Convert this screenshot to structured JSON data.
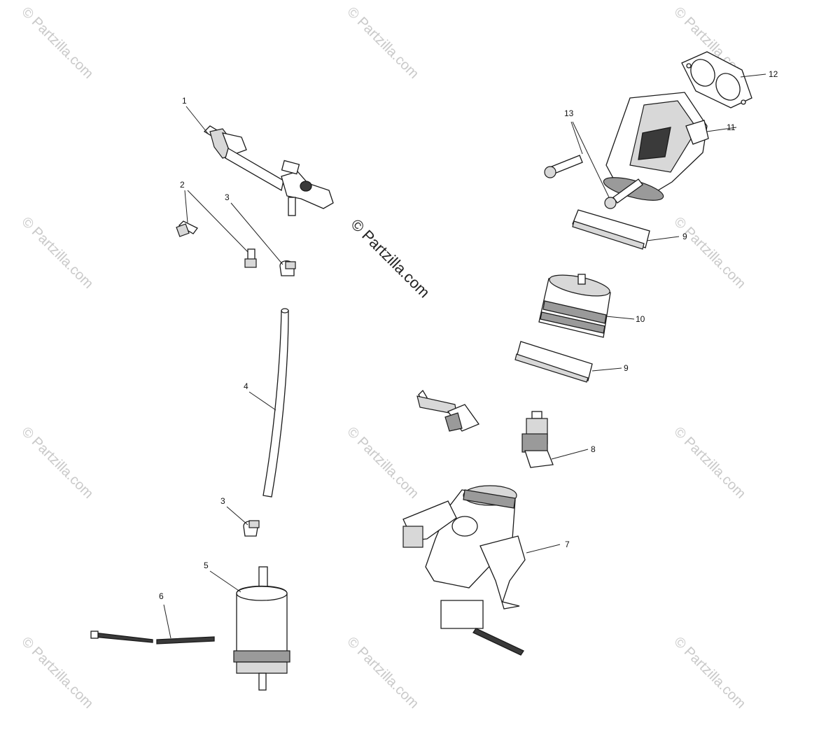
{
  "watermark": {
    "text": "© Partzilla.com",
    "main_text": "© Partzilla.com"
  },
  "callouts": {
    "c1": "1",
    "c2": "2",
    "c3a": "3",
    "c3b": "3",
    "c4": "4",
    "c5": "5",
    "c6": "6",
    "c7": "7",
    "c8": "8",
    "c9a": "9",
    "c9b": "9",
    "c10": "10",
    "c11": "11",
    "c12": "12",
    "c13": "13"
  }
}
